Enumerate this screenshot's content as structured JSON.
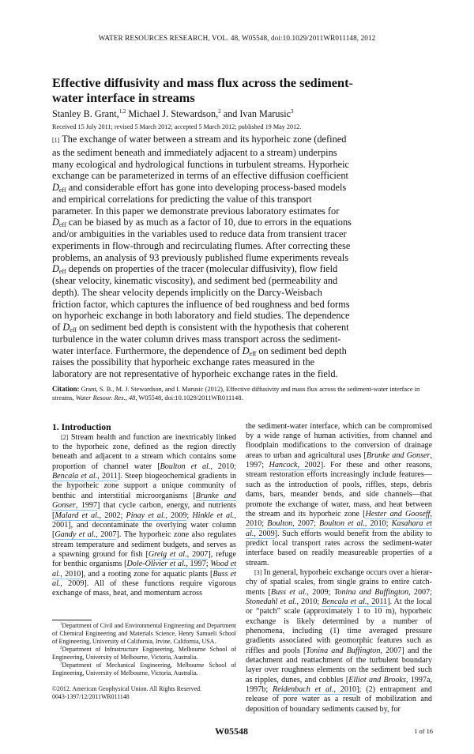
{
  "header": {
    "running_head": "WATER RESOURCES RESEARCH, VOL. 48, W05548, doi:10.1029/2011WR011148, 2012"
  },
  "title": "Effective diffusivity and mass flux across the sediment-water interface in streams",
  "authors": [
    {
      "name": "Stanley B. Grant,",
      "aff": "1,2"
    },
    {
      "name": " Michael J. Stewardson,",
      "aff": "2"
    },
    {
      "name": " and Ivan Marusic",
      "aff": "3"
    }
  ],
  "received": "Received 15 July 2011; revised 5 March 2012; accepted 5 March 2012; published 19 May 2012.",
  "abstract": {
    "number": "[1]",
    "runs": [
      {
        "t": "  The exchange of water between a stream and its hyporheic zone (defined as the sediment beneath and immediately adjacent to a stream) underpins many ecological and hydrological functions in turbulent streams. Hyporheic exchange can be parameterized in terms of an effective diffusion coefficient "
      },
      {
        "t": "D",
        "i": 1
      },
      {
        "t": "eff",
        "s": 1
      },
      {
        "t": " and considerable effort has gone into developing process-based models and empirical correlations for predicting the value of this transport parameter. In this paper we demonstrate previous laboratory estimates for "
      },
      {
        "t": "D",
        "i": 1
      },
      {
        "t": "eff",
        "s": 1
      },
      {
        "t": " can be biased by as much as a factor of 10, due to errors in the equations and/or ambiguities in the variables used to reduce data from transient tracer experiments in flow-through and recirculating flumes. After correcting these problems, an analysis of 93 previously published flume experiments reveals "
      },
      {
        "t": "D",
        "i": 1
      },
      {
        "t": "eff",
        "s": 1
      },
      {
        "t": " depends on properties of the tracer (molecular diffusivity), flow field (shear velocity, kinematic viscosity), and sediment bed (permeability and depth). The shear velocity depends implicitly on the Darcy-Weisbach friction factor, which captures the influence of bed roughness and bed forms on hyporheic exchange in both laboratory and field studies. The dependence of "
      },
      {
        "t": "D",
        "i": 1
      },
      {
        "t": "eff",
        "s": 1
      },
      {
        "t": " on sediment bed depth is consistent with the hypothesis that coherent turbulence in the water column drives mass transport across the sediment-water interface. Furthermore, the dependence of "
      },
      {
        "t": "D",
        "i": 1
      },
      {
        "t": "eff",
        "s": 1
      },
      {
        "t": " on sediment bed depth raises the possibility that hyporheic exchange rates measured in the laboratory are not representative of hyporheic exchange rates in the field."
      }
    ]
  },
  "citation": {
    "label": "Citation:",
    "runs": [
      {
        "t": "   Grant, S. B., M. J. Stewardson, and I. Marusic (2012), Effective diffusivity and mass flux across the sediment-water interface in streams, "
      },
      {
        "t": "Water Resour. Res.",
        "i": 1
      },
      {
        "t": ", "
      },
      {
        "t": "48",
        "i": 1
      },
      {
        "t": ", W05548, doi:10.1029/2011WR011148."
      }
    ]
  },
  "section": {
    "heading": "1.   Introduction"
  },
  "left_col": {
    "number": "[2]",
    "runs": [
      {
        "t": " Stream health and function are inextricably linked to the hyporheic zone, defined as the region directly beneath and adjacent to a stream which contains some proportion of channel water ["
      },
      {
        "t": "Boulton et al.",
        "i": 1
      },
      {
        "t": ", 2010; "
      },
      {
        "t": "Bencala et al.",
        "i": 1,
        "l": 1
      },
      {
        "t": ", 2011",
        "l": 1
      },
      {
        "t": "]. Steep biogeochemical gradients in the hyporheic zone support a unique community of benthic and interstitial micro­organisms ["
      },
      {
        "t": "Brunke and Gonser",
        "i": 1,
        "l": 1
      },
      {
        "t": ", 1997",
        "l": 1
      },
      {
        "t": "] that cycle carbon, energy, and nutrients ["
      },
      {
        "t": "Malard et al.",
        "i": 1,
        "l": 1
      },
      {
        "t": ", 2002",
        "l": 1
      },
      {
        "t": "; "
      },
      {
        "t": "Pinay et al.",
        "i": 1,
        "l": 1
      },
      {
        "t": ", 2009",
        "l": 1
      },
      {
        "t": "; "
      },
      {
        "t": "Hinkle et al.",
        "i": 1
      },
      {
        "t": ", 2001], and decontaminate the overly­ing water column ["
      },
      {
        "t": "Gandy et al.",
        "i": 1,
        "l": 1
      },
      {
        "t": ", 2007",
        "l": 1
      },
      {
        "t": "]. The hyporheic zone also regulates stream temperature and sediment budgets, and serves as a spawning ground for fish ["
      },
      {
        "t": "Greig et al.",
        "i": 1,
        "l": 1
      },
      {
        "t": ", 2007",
        "l": 1
      },
      {
        "t": "], refuge for benthic organisms ["
      },
      {
        "t": "Dole-Olivier et al.",
        "i": 1,
        "l": 1
      },
      {
        "t": ", 1997",
        "l": 1
      },
      {
        "t": "; "
      },
      {
        "t": "Wood et al.",
        "i": 1,
        "l": 1
      },
      {
        "t": ", 2010",
        "l": 1
      },
      {
        "t": "], and a rooting zone for aquatic plants ["
      },
      {
        "t": "Buss et al.",
        "i": 1
      },
      {
        "t": ", 2009]. All of these functions require vigorous exchange of mass, heat, and momentum across"
      }
    ]
  },
  "right_col": {
    "p1": [
      {
        "t": "the sediment-water interface, which can be compromised by a wide range of human activities, from channel and flood­plain modifications to the conversion of drainage areas to urban and agricultural uses ["
      },
      {
        "t": "Brunke and Gonser",
        "i": 1
      },
      {
        "t": ", 1997; "
      },
      {
        "t": "Hancock",
        "i": 1,
        "l": 1
      },
      {
        "t": ", 2002",
        "l": 1
      },
      {
        "t": "]. For these and other reasons, stream resto­ration efforts increasingly include features—such as the introduction of pools, riffles, steps, debris dams, bars, mean­der bends, and side channels—that promote the exchange of water, mass, and heat between the stream and its hyporheic zone ["
      },
      {
        "t": "Hester and Gooseff",
        "i": 1,
        "l": 1
      },
      {
        "t": ", 2010",
        "l": 1
      },
      {
        "t": "; "
      },
      {
        "t": "Boulton",
        "i": 1,
        "l": 1
      },
      {
        "t": ", 2007",
        "l": 1
      },
      {
        "t": "; "
      },
      {
        "t": "Boulton et al.",
        "i": 1,
        "l": 1
      },
      {
        "t": ", 2010",
        "l": 1
      },
      {
        "t": "; "
      },
      {
        "t": "Kasahara et al.",
        "i": 1,
        "l": 1
      },
      {
        "t": ", 2009",
        "l": 1
      },
      {
        "t": "]. Such efforts would benefit from the ability to predict local transport rates across the sediment-water interface based on readily measureable properties of a stream."
      }
    ],
    "p2_number": "[3]",
    "p2": [
      {
        "t": " In general, hyporheic exchange occurs over a hierar­chy of spatial scales, from single grains to entire catch­ments ["
      },
      {
        "t": "Buss et al.",
        "i": 1
      },
      {
        "t": ", 2009; "
      },
      {
        "t": "Tonina and Buffington",
        "i": 1
      },
      {
        "t": ", 2007; "
      },
      {
        "t": "Stonedahl et al.",
        "i": 1
      },
      {
        "t": ", 2010; "
      },
      {
        "t": "Bencala et al.",
        "i": 1,
        "l": 1
      },
      {
        "t": ", 2011",
        "l": 1
      },
      {
        "t": "]. At the local or “patch” scale (approximately 1 to 10 m), hyporheic exchange is likely determined by a number of phenomena, including (1) time averaged pressure gradients associated with geomorphic features such as riffles and pools ["
      },
      {
        "t": "Tonina and Buffington",
        "i": 1
      },
      {
        "t": ", 2007] and the detachment and reattachment of the turbulent boundary layer over roughness elements on the sediment bed such as ripples, dunes, and cobbles ["
      },
      {
        "t": "Elliot and Brooks",
        "i": 1
      },
      {
        "t": ", 1997a, 1997b; "
      },
      {
        "t": "Reidenbach et al.",
        "i": 1,
        "l": 1
      },
      {
        "t": ", 2010",
        "l": 1
      },
      {
        "t": "]; (2) entrapment and release of pore water as a result of mobili­zation and deposition of boundary sediments caused by, for"
      }
    ]
  },
  "footnotes": [
    {
      "mark": "1",
      "text": "Department of Civil and Environmental Engineering and Department of Chemical Engineering and Materials Science, Henry Samueli School of Engineering, University of California, Irvine, California, USA."
    },
    {
      "mark": "2",
      "text": "Department of Infrastructure Engineering, Melbourne School of Engineering, University of Melbourne, Victoria, Australia."
    },
    {
      "mark": "3",
      "text": "Department of Mechanical Engineering, Melbourne School of Engineer­ing, University of Melbourne, Victoria, Australia."
    }
  ],
  "copyright": [
    "©2012. American Geophysical Union. All Rights Reserved.",
    "0043-1397/12/2011WR011148"
  ],
  "footer": {
    "article_id": "W05548",
    "page": "1 of 16"
  },
  "colors": {
    "link_underline": "#8fc4ec",
    "text": "#111111"
  }
}
